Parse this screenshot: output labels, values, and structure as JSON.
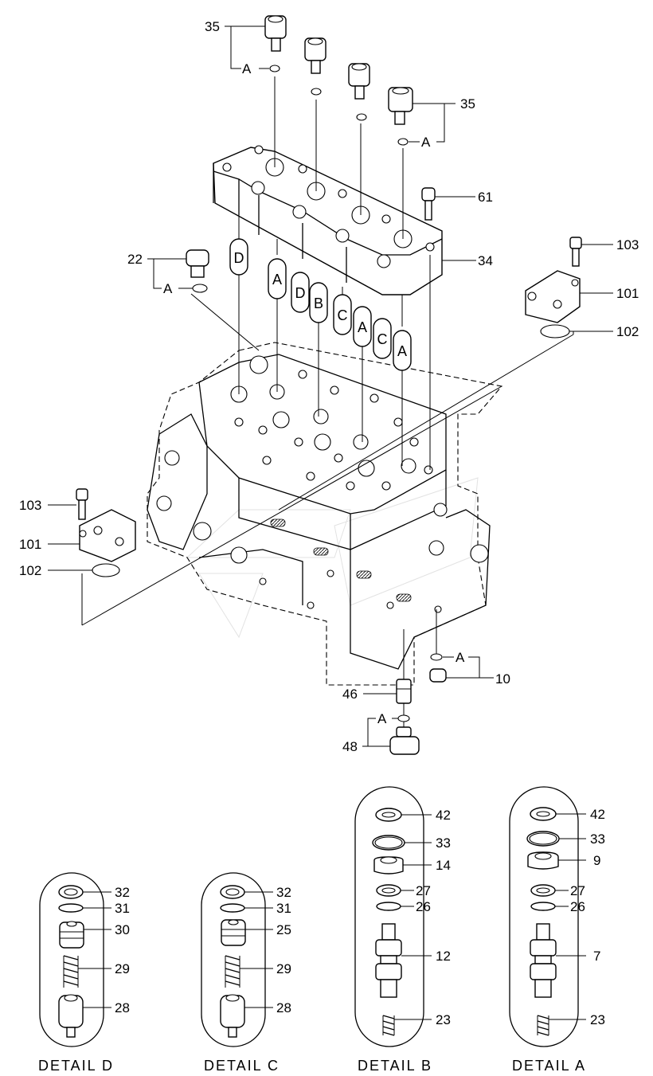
{
  "callouts": {
    "c35a": "35",
    "c35b": "35",
    "c61": "61",
    "c34": "34",
    "c22": "22",
    "c103a": "103",
    "c101a": "101",
    "c102a": "102",
    "c103b": "103",
    "c101b": "101",
    "c102b": "102",
    "c10": "10",
    "c46": "46",
    "c48": "48"
  },
  "connectors": {
    "a1": "A",
    "a2": "A",
    "a3": "A",
    "a4": "A",
    "a5": "A"
  },
  "bubbles": [
    "D",
    "A",
    "D",
    "B",
    "C",
    "A",
    "C",
    "A"
  ],
  "details": {
    "d": {
      "caption": "DETAIL  D",
      "parts": [
        "32",
        "31",
        "30",
        "29",
        "28"
      ]
    },
    "c": {
      "caption": "DETAIL  C",
      "parts": [
        "32",
        "31",
        "25",
        "29",
        "28"
      ]
    },
    "b": {
      "caption": "DETAIL  B",
      "parts": [
        "42",
        "33",
        "14",
        "27",
        "26",
        "12",
        "23"
      ]
    },
    "a": {
      "caption": "DETAIL  A",
      "parts": [
        "42",
        "33",
        "9",
        "27",
        "26",
        "7",
        "23"
      ]
    }
  }
}
